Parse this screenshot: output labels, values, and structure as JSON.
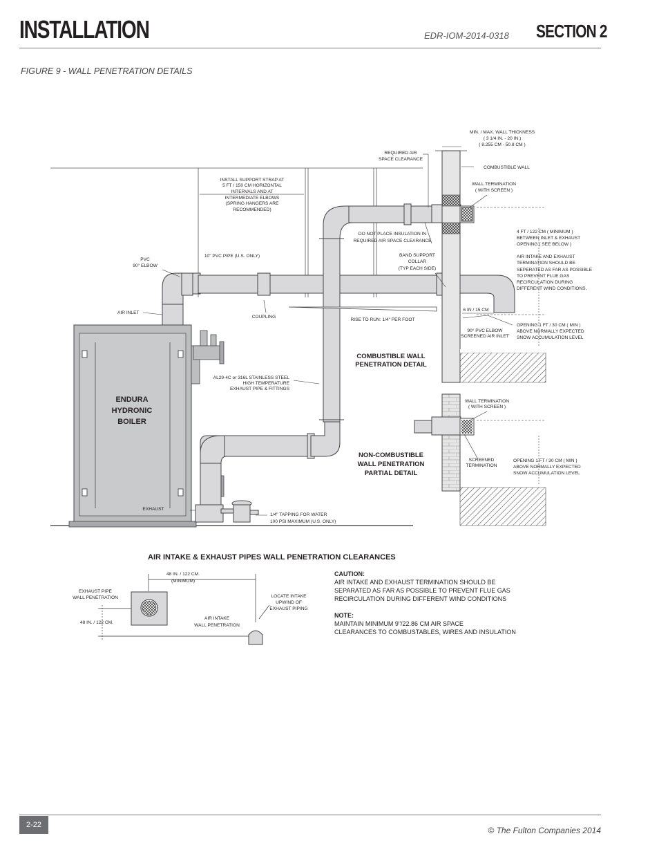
{
  "header": {
    "title": "INSTALLATION",
    "doc_number": "EDR-IOM-2014-0318",
    "section": "SECTION 2"
  },
  "figure_caption": "FIGURE 9 - WALL PENETRATION DETAILS",
  "diagram": {
    "labels": {
      "wall_thickness_1": "MIN. / MAX. WALL THICKNESS",
      "wall_thickness_2": "( 3 1/4 IN. - 20 IN.)",
      "wall_thickness_3": "( 8.255 CM - 50.8 CM )",
      "required_air_1": "REQUIRED AIR",
      "required_air_2": "SPACE CLEARANCE",
      "combustible_wall": "COMBUSTIBLE WALL",
      "wall_term_1": "WALL TERMINATION",
      "wall_term_2": "( WITH SCREEN )",
      "strap_1": "INSTALL SUPPORT STRAP AT",
      "strap_2": "5 FT / 150 CM HORIZONTAL",
      "strap_3": "INTERVALS AND AT",
      "strap_4": "INTERMEDIATE ELBOWS",
      "strap_5": "(SPRING HANGERS ARE",
      "strap_6": "RECOMMENDED)",
      "no_insul_1": "DO NOT PLACE INSULATION IN",
      "no_insul_2": "REQUIRED AIR SPACE CLEARANCE",
      "min4ft_1": "4 FT / 122 CM ( MINIMUM )",
      "min4ft_2": "BETWEEN INLET & EXHAUST",
      "min4ft_3": "OPENING ( SEE BELOW )",
      "sep_1": "AIR INTAKE AND EXHAUST",
      "sep_2": "TERMINATION SHOULD BE",
      "sep_3": "SEPERATED AS FAR AS POSSIBLE",
      "sep_4": "TO PREVENT FLUE GAS",
      "sep_5": "RECIRCULATION DURING",
      "sep_6": "DIFFERENT WIND CONDITIONS.",
      "pvc_elbow_1": "PVC",
      "pvc_elbow_2": "90° ELBOW",
      "pvc_pipe": "10\" PVC PIPE (U.S. ONLY)",
      "band_1": "BAND SUPPORT",
      "band_2": "COLLAR",
      "band_3": "(TYP EACH SIDE)",
      "air_inlet": "AIR INLET",
      "coupling": "COUPLING",
      "rise": "RISE TO RUN: 1/4\" PER FOOT",
      "six_in": "6 IN / 15 CM",
      "elbow90_1": "90° PVC ELBOW",
      "elbow90_2": "SCREENED AIR INLET",
      "open1ft_1": "OPENING 1 FT / 30 CM ( MIN )",
      "open1ft_2": "ABOVE NORMALLY EXPECTED",
      "open1ft_3": "SNOW ACCUMULATION LEVEL",
      "comb_detail_1": "COMBUSTIBLE WALL",
      "comb_detail_2": "PENETRATION DETAIL",
      "steel_1": "AL29-4C or 316L STAINLESS STEEL",
      "steel_2": "HIGH TEMPERATURE",
      "steel_3": "EXHAUST PIPE & FITTINGS",
      "boiler_1": "ENDURA",
      "boiler_2": "HYDRONIC",
      "boiler_3": "BOILER",
      "wall_term2_1": "WALL TERMINATION",
      "wall_term2_2": "( WITH SCREEN )",
      "noncomb_1": "NON-COMBUSTIBLE",
      "noncomb_2": "WALL PENETRATION",
      "noncomb_3": "PARTIAL DETAIL",
      "screened_1": "SCREENED",
      "screened_2": "TERMINATION",
      "open1ft2_1": "OPENING 1 FT / 30 CM ( MIN )",
      "open1ft2_2": "ABOVE NORMALLY EXPECTED",
      "open1ft2_3": "SNOW ACCUMULATION LEVEL",
      "exhaust": "EXHAUST",
      "tapping_1": "1/4\" TAPPING FOR WATER",
      "tapping_2": "100 PSI MAXIMUM (U.S. ONLY)"
    }
  },
  "clearances": {
    "title": "AIR INTAKE & EXHAUST PIPES WALL PENETRATION CLEARANCES",
    "labels": {
      "dim_1": "48 IN. / 122 CM.",
      "dim_2": "(MINIMUM)",
      "exhaust_1": "EXHAUST PIPE",
      "exhaust_2": "WALL PENETRATION",
      "locate_1": "LOCATE INTAKE",
      "locate_2": "UPWIND OF",
      "locate_3": "EXHAUST PIPING",
      "vert_dim": "48 IN. / 122 CM.",
      "intake_1": "AIR INTAKE",
      "intake_2": "WALL PENETRATION"
    },
    "caution_head": "CAUTION:",
    "caution_1": "AIR INTAKE AND EXHAUST TERMINATION SHOULD BE",
    "caution_2": "SEPARATED AS FAR AS  POSSIBLE TO PREVENT FLUE GAS",
    "caution_3": "RECIRCULATION DURING DIFFERENT WIND CONDITIONS",
    "note_head": "NOTE:",
    "note_1": "MAINTAIN MINIMUM 9\"/22.86 CM AIR SPACE",
    "note_2": "CLEARANCES TO COMBUSTABLES, WIRES AND INSULATION"
  },
  "footer": {
    "page_number": "2-22",
    "copyright": "© The Fulton Companies 2014"
  }
}
